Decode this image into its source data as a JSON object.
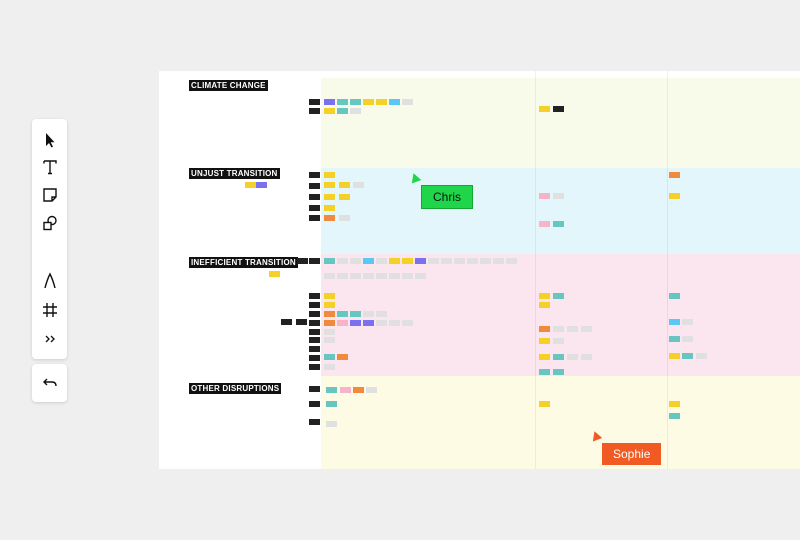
{
  "toolbar": {
    "tools": [
      {
        "name": "select-tool",
        "icon": "pointer-arrow-icon"
      },
      {
        "name": "text-tool",
        "icon": "text-t-icon"
      },
      {
        "name": "sticky-note-tool",
        "icon": "sticky-note-icon"
      },
      {
        "name": "shapes-tool",
        "icon": "shapes-icon"
      },
      {
        "name": "pen-tool",
        "icon": "pen-nib-icon"
      },
      {
        "name": "frame-tool",
        "icon": "frame-hash-icon"
      },
      {
        "name": "more-tools",
        "icon": "double-chevron-right-icon"
      }
    ],
    "undo_icon": "undo-arrow-icon"
  },
  "sections": [
    {
      "title": "CLIMATE CHANGE",
      "color": "#f9fbea"
    },
    {
      "title": "UNJUST TRANSITION",
      "color": "#e3f6fb"
    },
    {
      "title": "INEFFICIENT TRANSITION",
      "color": "#fbe5ee"
    },
    {
      "title": "OTHER DISRUPTIONS",
      "color": "#fdfbe4"
    }
  ],
  "cursors": [
    {
      "name": "Chris",
      "color": "#1fd64a"
    },
    {
      "name": "Sophie",
      "color": "#f15a22"
    }
  ],
  "note_colors": {
    "yellow": "#f5d128",
    "teal": "#67c6c0",
    "purple": "#7b70f0",
    "orange": "#f08a3c",
    "blue": "#5ac8f5",
    "pink": "#f7b4c8",
    "gray": "#e0e0e0",
    "black": "#222222"
  }
}
